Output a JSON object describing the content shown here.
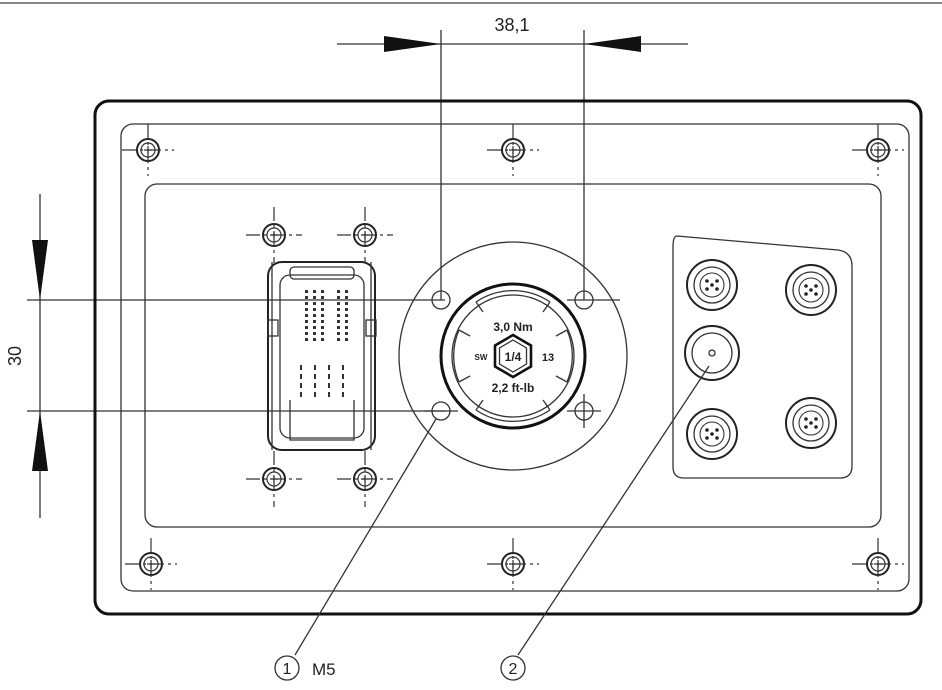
{
  "dimensions": {
    "horizontal": "38,1",
    "vertical": "30"
  },
  "callouts": [
    {
      "number": "1",
      "label": "M5"
    },
    {
      "number": "2",
      "label": ""
    }
  ],
  "hub": {
    "torque_top": "3,0 Nm",
    "torque_bottom": "2,2 ft-lb",
    "hex_size": "1/4",
    "left_label": "SW",
    "right_label": "13"
  }
}
